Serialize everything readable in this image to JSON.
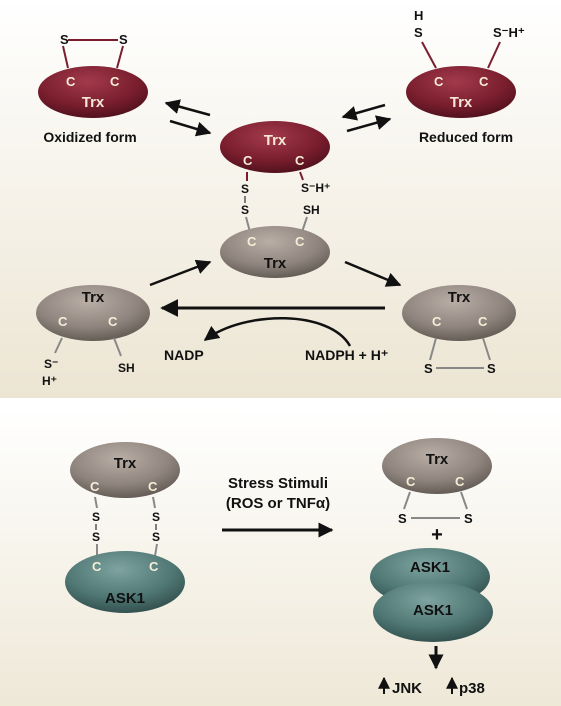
{
  "top_panel": {
    "oxidized_trx": {
      "label": "Trx",
      "cys_left": "C",
      "cys_right": "C",
      "s_left": "S",
      "s_right": "S"
    },
    "oxidized_label": "Oxidized form",
    "reduced_trx": {
      "label": "Trx",
      "cys_left": "C",
      "cys_right": "C",
      "s_left_h": "H",
      "s_left": "S",
      "s_right": "S⁻H⁺"
    },
    "reduced_label": "Reduced form",
    "center_trx": {
      "label": "Trx",
      "cys_left": "C",
      "cys_right": "C",
      "s_right": "S⁻H⁺"
    },
    "center_bridge": {
      "s_upper": "S",
      "s_lower": "S",
      "sh_right": "SH"
    },
    "center_partner": {
      "label": "Trx",
      "cys_left": "C",
      "cys_right": "C"
    },
    "left_trx": {
      "label": "Trx",
      "cys_left": "C",
      "cys_right": "C",
      "s_minus": "S⁻",
      "h_plus": "H⁺",
      "sh_right": "SH"
    },
    "right_trx": {
      "label": "Trx",
      "cys_left": "C",
      "cys_right": "C",
      "s_left": "S",
      "s_right": "S"
    },
    "nadp_label": "NADP",
    "nadph_label": "NADPH + H⁺"
  },
  "bottom_panel": {
    "complex_trx": {
      "label": "Trx",
      "cys_left": "C",
      "cys_right": "C"
    },
    "complex_bridge": {
      "s1": "S",
      "s2": "S",
      "s3": "S",
      "s4": "S"
    },
    "complex_ask1": {
      "label": "ASK1",
      "cys_left": "C",
      "cys_right": "C"
    },
    "stimuli_line1": "Stress Stimuli",
    "stimuli_line2": "(ROS or TNFα)",
    "released_trx": {
      "label": "Trx",
      "cys_left": "C",
      "cys_right": "C",
      "s_left": "S",
      "s_right": "S"
    },
    "plus": "+",
    "ask1_top": "ASK1",
    "ask1_bottom": "ASK1",
    "jnk_label": "JNK",
    "p38_label": "p38"
  },
  "colors": {
    "oxidized_fill": "#7a1e2e",
    "grey_fill": "#8f857e",
    "ask1_fill": "#4f7774",
    "cys_text": "#f6eed8"
  }
}
